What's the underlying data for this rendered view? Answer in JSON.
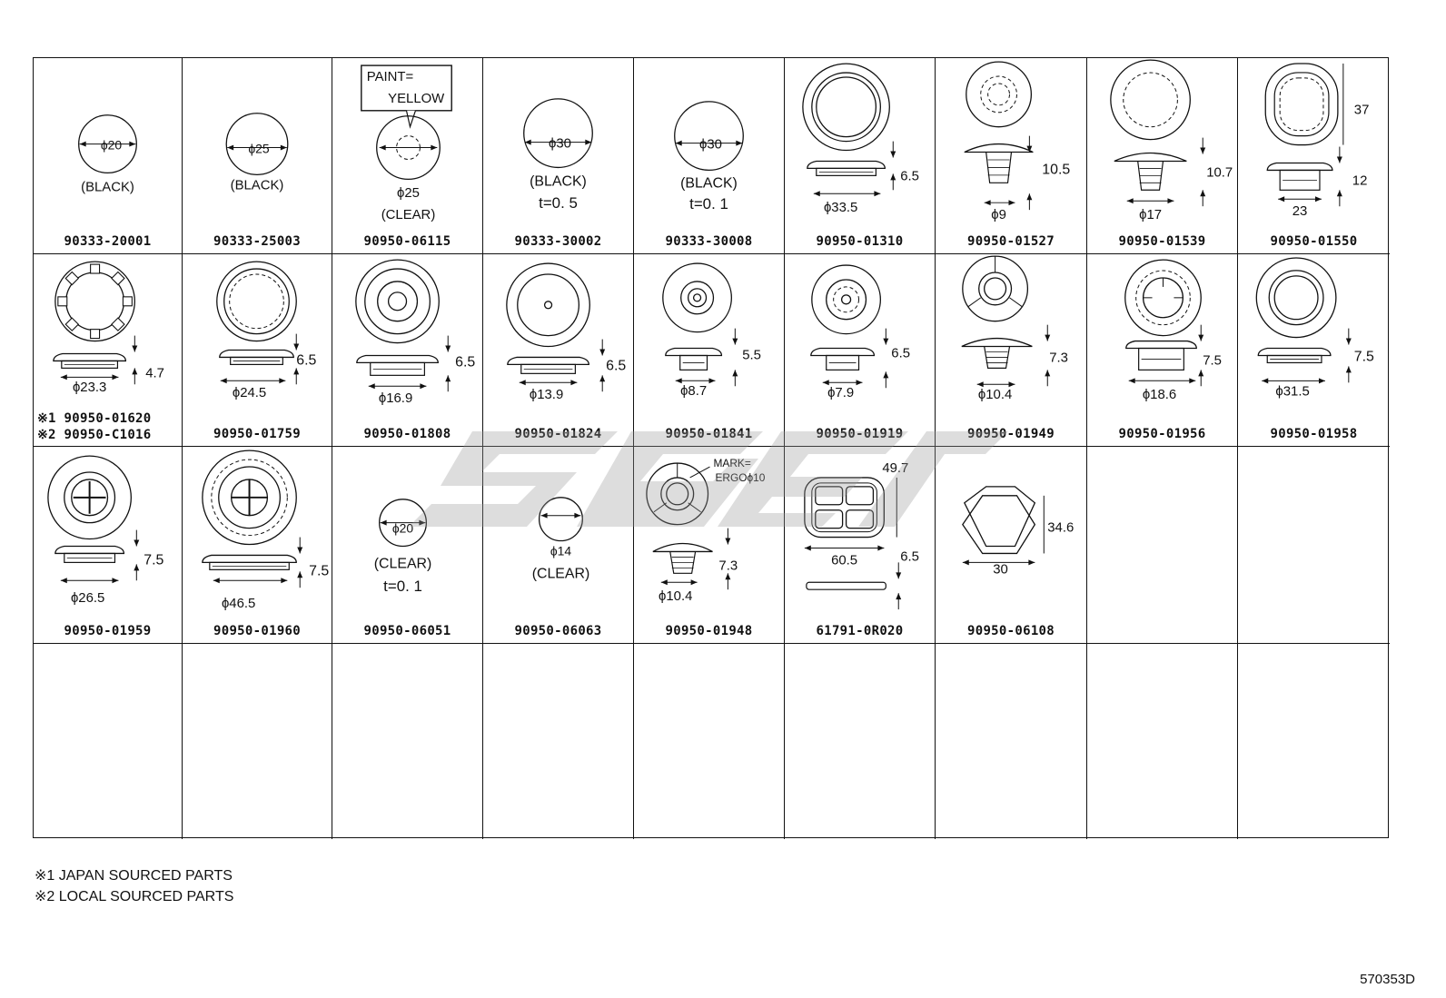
{
  "parts": [
    {
      "part_no": "90333-20001",
      "dims": [
        "ϕ20"
      ],
      "notes": [
        "(BLACK)"
      ]
    },
    {
      "part_no": "90333-25003",
      "dims": [
        "ϕ25"
      ],
      "notes": [
        "(BLACK)"
      ]
    },
    {
      "part_no": "90950-06115",
      "dims": [
        "ϕ25"
      ],
      "notes": [
        "(CLEAR)"
      ],
      "callout": [
        "PAINT=",
        "YELLOW"
      ]
    },
    {
      "part_no": "90333-30002",
      "dims": [
        "ϕ30"
      ],
      "notes": [
        "(BLACK)",
        "t=0. 5"
      ]
    },
    {
      "part_no": "90333-30008",
      "dims": [
        "ϕ30"
      ],
      "notes": [
        "(BLACK)",
        "t=0. 1"
      ]
    },
    {
      "part_no": "90950-01310",
      "dims": [
        "6.5",
        "ϕ33.5"
      ]
    },
    {
      "part_no": "90950-01527",
      "dims": [
        "10.5",
        "ϕ9"
      ]
    },
    {
      "part_no": "90950-01539",
      "dims": [
        "10.7",
        "ϕ17"
      ]
    },
    {
      "part_no": "90950-01550",
      "dims": [
        "37",
        "12",
        "23"
      ]
    },
    {
      "part_no": "90950-01620",
      "part_no_alt": "90950-C1016",
      "marks": [
        "※1",
        "※2"
      ],
      "dims": [
        "4.7",
        "ϕ23.3"
      ]
    },
    {
      "part_no": "90950-01759",
      "dims": [
        "6.5",
        "ϕ24.5"
      ]
    },
    {
      "part_no": "90950-01808",
      "dims": [
        "6.5",
        "ϕ16.9"
      ]
    },
    {
      "part_no": "90950-01824",
      "dims": [
        "6.5",
        "ϕ13.9"
      ]
    },
    {
      "part_no": "90950-01841",
      "dims": [
        "5.5",
        "ϕ8.7"
      ]
    },
    {
      "part_no": "90950-01919",
      "dims": [
        "6.5",
        "ϕ7.9"
      ]
    },
    {
      "part_no": "90950-01949",
      "dims": [
        "7.3",
        "ϕ10.4"
      ]
    },
    {
      "part_no": "90950-01956",
      "dims": [
        "7.5",
        "ϕ18.6"
      ]
    },
    {
      "part_no": "90950-01958",
      "dims": [
        "7.5",
        "ϕ31.5"
      ]
    },
    {
      "part_no": "90950-01959",
      "dims": [
        "7.5",
        "ϕ26.5"
      ]
    },
    {
      "part_no": "90950-01960",
      "dims": [
        "7.5",
        "ϕ46.5"
      ]
    },
    {
      "part_no": "90950-06051",
      "dims": [
        "ϕ20"
      ],
      "notes": [
        "(CLEAR)",
        "t=0. 1"
      ]
    },
    {
      "part_no": "90950-06063",
      "dims": [
        "ϕ14"
      ],
      "notes": [
        "(CLEAR)"
      ]
    },
    {
      "part_no": "90950-01948",
      "dims": [
        "7.3",
        "ϕ10.4"
      ],
      "callout": [
        "MARK=",
        "ERGOϕ10"
      ]
    },
    {
      "part_no": "61791-0R020",
      "dims": [
        "49.7",
        "60.5",
        "6.5"
      ]
    },
    {
      "part_no": "90950-06108",
      "dims": [
        "34.6",
        "30"
      ]
    }
  ],
  "footnotes": [
    "※1 JAPAN SOURCED PARTS",
    "※2 LOCAL SOURCED PARTS"
  ],
  "diagram_id": "570353D"
}
